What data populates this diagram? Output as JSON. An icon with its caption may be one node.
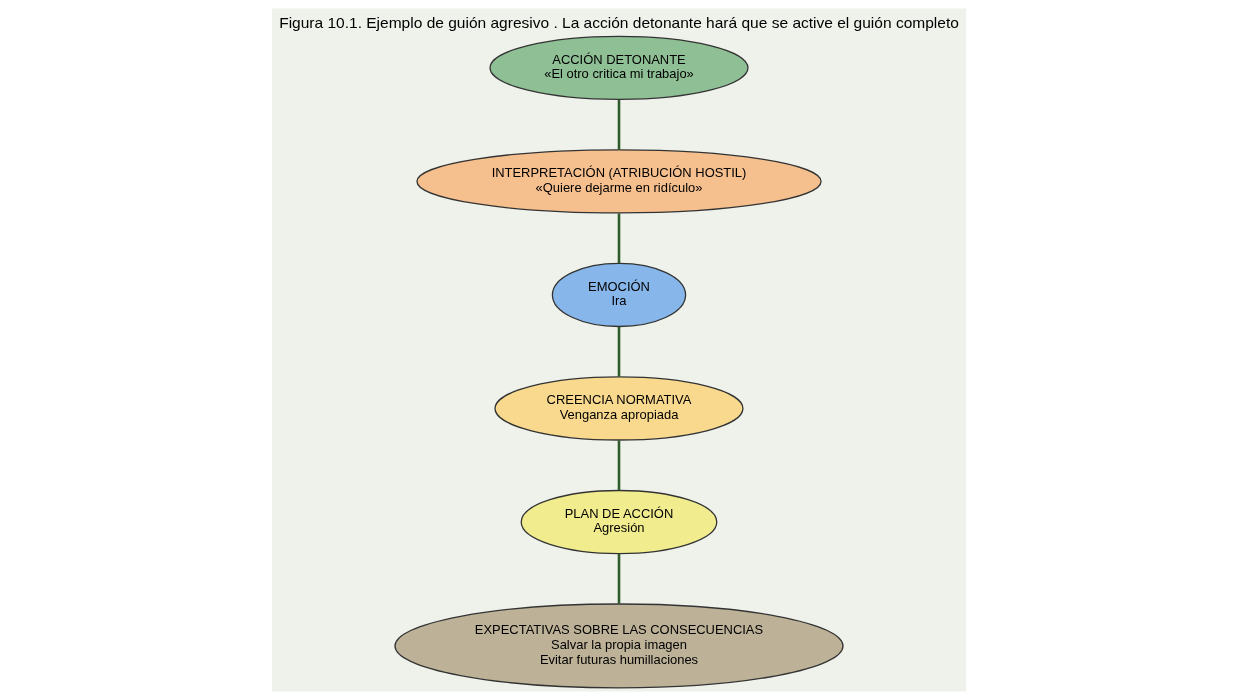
{
  "diagram": {
    "title": "Figura 10.1. Ejemplo de guión agresivo . La acción detonante hará que se active el guión completo",
    "nodes": [
      {
        "text": [
          "ACCIÓN DETONANTE",
          "«El otro critica mi trabajo»"
        ]
      },
      {
        "text": [
          "INTERPRETACIÓN (ATRIBUCIÓN HOSTIL)",
          "«Quiere dejarme en ridículo»"
        ]
      },
      {
        "text": [
          "EMOCIÓN",
          "Ira"
        ]
      },
      {
        "text": [
          "CREENCIA NORMATIVA",
          "Venganza apropiada"
        ]
      },
      {
        "text": [
          "EXPECTATIVAS SOBRE LAS CONSECUENCIAS",
          "Salvar la propia imagen",
          "Evitar futuras humillaciones"
        ]
      },
      {
        "text": [
          "PLAN DE ACCIÓN",
          "Agresión"
        ]
      }
    ],
    "edges": [
      {
        "from": 0,
        "to": 1,
        "arrow": "none"
      },
      {
        "from": 1,
        "to": 2,
        "arrow": "none"
      },
      {
        "from": 2,
        "to": 3,
        "arrow": "none"
      },
      {
        "from": 3,
        "to": 5,
        "arrow": "none"
      },
      {
        "from": 5,
        "to": 4,
        "arrow": "none"
      }
    ]
  }
}
